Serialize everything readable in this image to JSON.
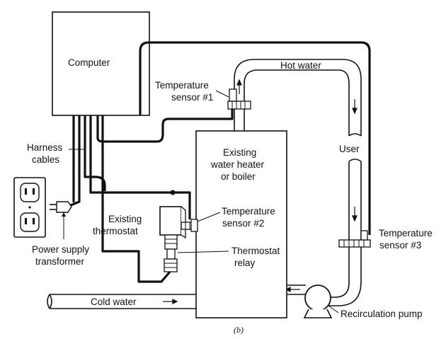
{
  "labels": {
    "computer": "Computer",
    "hot_water": "Hot water",
    "temp_sensor_1_line1": "Temperature",
    "temp_sensor_1_line2": "sensor #1",
    "harness_line1": "Harness",
    "harness_line2": "cables",
    "heater_line1": "Existing",
    "heater_line2": "water heater",
    "heater_line3": "or boiler",
    "user": "User",
    "temp_sensor_2_line1": "Temperature",
    "temp_sensor_2_line2": "sensor #2",
    "thermostat_line1": "Existing",
    "thermostat_line2": "thermostat",
    "relay_line1": "Thermostat",
    "relay_line2": "relay",
    "temp_sensor_3_line1": "Temperature",
    "temp_sensor_3_line2": "sensor #3",
    "power_line1": "Power supply",
    "power_line2": "transformer",
    "cold_water": "Cold water",
    "pump": "Recirculation pump",
    "caption": "(b)"
  }
}
